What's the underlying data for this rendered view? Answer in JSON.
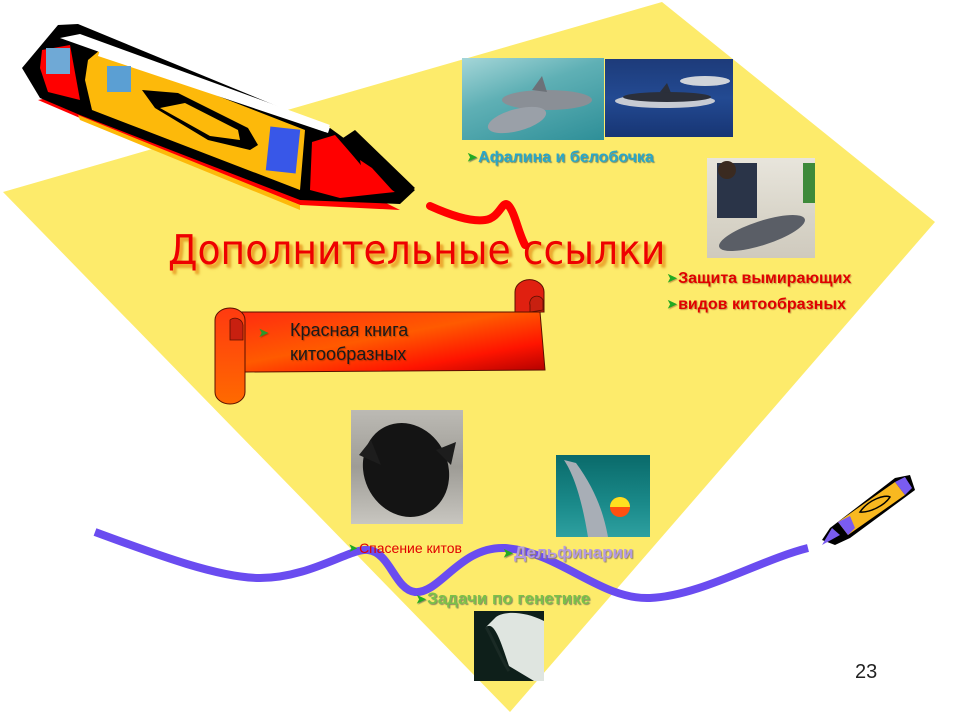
{
  "slide": {
    "title": "Дополнительные ссылки",
    "page_number": "23",
    "colors": {
      "background_shape": "#fdeb6b",
      "title": "#ee0000",
      "wave": "#6a4cf0",
      "bullet_arrow": "#22aa22"
    }
  },
  "links": {
    "afalina": {
      "label": "Афалина и белобочка",
      "color": "#2aa7c9"
    },
    "protection_line1": {
      "label": "Защита вымирающих",
      "color": "#e00000"
    },
    "protection_line2": {
      "label": "видов китообразных",
      "color": "#e00000"
    },
    "red_book_line1": {
      "label": "Красная книга"
    },
    "red_book_line2": {
      "label": "китообразных"
    },
    "whale_rescue": {
      "label": "Спасение китов",
      "color": "#e00000"
    },
    "dolphinarium": {
      "label": "Дельфинарии",
      "color": "#b49be0"
    },
    "genetics": {
      "label": "Задачи по генетике",
      "color": "#7bc04a"
    }
  },
  "bullet": {
    "glyph": "➤"
  },
  "images": [
    {
      "name": "bottlenose-dolphin-photo"
    },
    {
      "name": "common-dolphin-photo"
    },
    {
      "name": "dolphin-rescue-photo"
    },
    {
      "name": "stranded-whale-photo"
    },
    {
      "name": "dolphin-with-ball-photo"
    },
    {
      "name": "beluga-photo"
    }
  ]
}
